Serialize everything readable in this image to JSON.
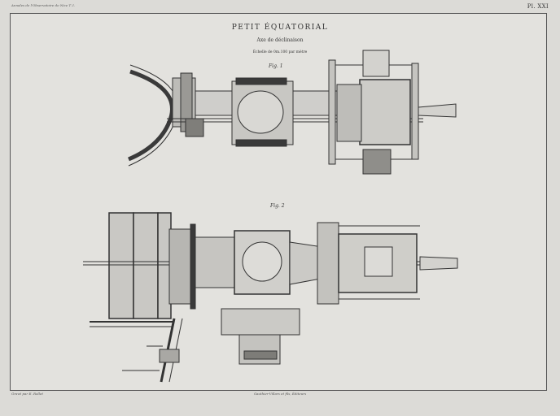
{
  "header": {
    "left": "Annales de l'Observatoire de Nice T. I.",
    "right": "Pl. XXI"
  },
  "title": "PETIT ÉQUATORIAL",
  "subtitle": "Axe de déclinaison",
  "scale": "Échelle de 0m.100 par mètre",
  "figures": {
    "fig1": "Fig. 1",
    "fig2": "Fig. 2"
  },
  "footer": {
    "left": "Gravé par E. Rollet",
    "center": "Gauthier-Villars et fils, Éditeurs"
  }
}
